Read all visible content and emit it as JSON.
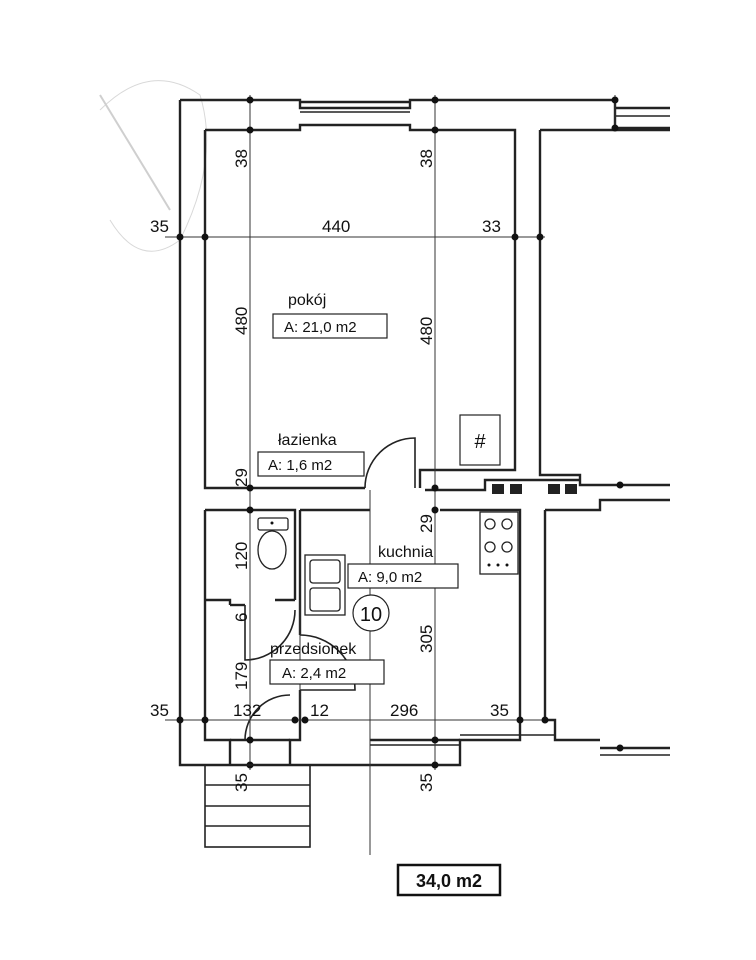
{
  "rooms": {
    "pokoj": {
      "name": "pokój",
      "area": "A: 21,0 m2"
    },
    "lazienka": {
      "name": "łazienka",
      "area": "A: 1,6 m2"
    },
    "kuchnia": {
      "name": "kuchnia",
      "area": "A: 9,0 m2"
    },
    "przedsionek": {
      "name": "przedsionek",
      "area": "A: 2,4 m2"
    }
  },
  "unit_number": "10",
  "total_area": "34,0 m2",
  "shaft_symbol": "#",
  "dimensions": {
    "top_left": "38",
    "top_mid": "38",
    "left_wall_upper": "35",
    "room_width": "440",
    "right_wall_upper": "33",
    "room_height_left": "480",
    "room_height_mid": "480",
    "partition_left": "29",
    "partition_mid": "29",
    "bath_height": "120",
    "small_6": "6",
    "hall_height": "179",
    "kitchen_height": "305",
    "left_wall_lower": "35",
    "hall_width": "132",
    "wall_12": "12",
    "kitchen_width": "296",
    "right_wall_lower": "35",
    "bottom_left": "35",
    "bottom_mid": "35"
  },
  "colors": {
    "ink": "#111111",
    "paper": "#ffffff"
  }
}
